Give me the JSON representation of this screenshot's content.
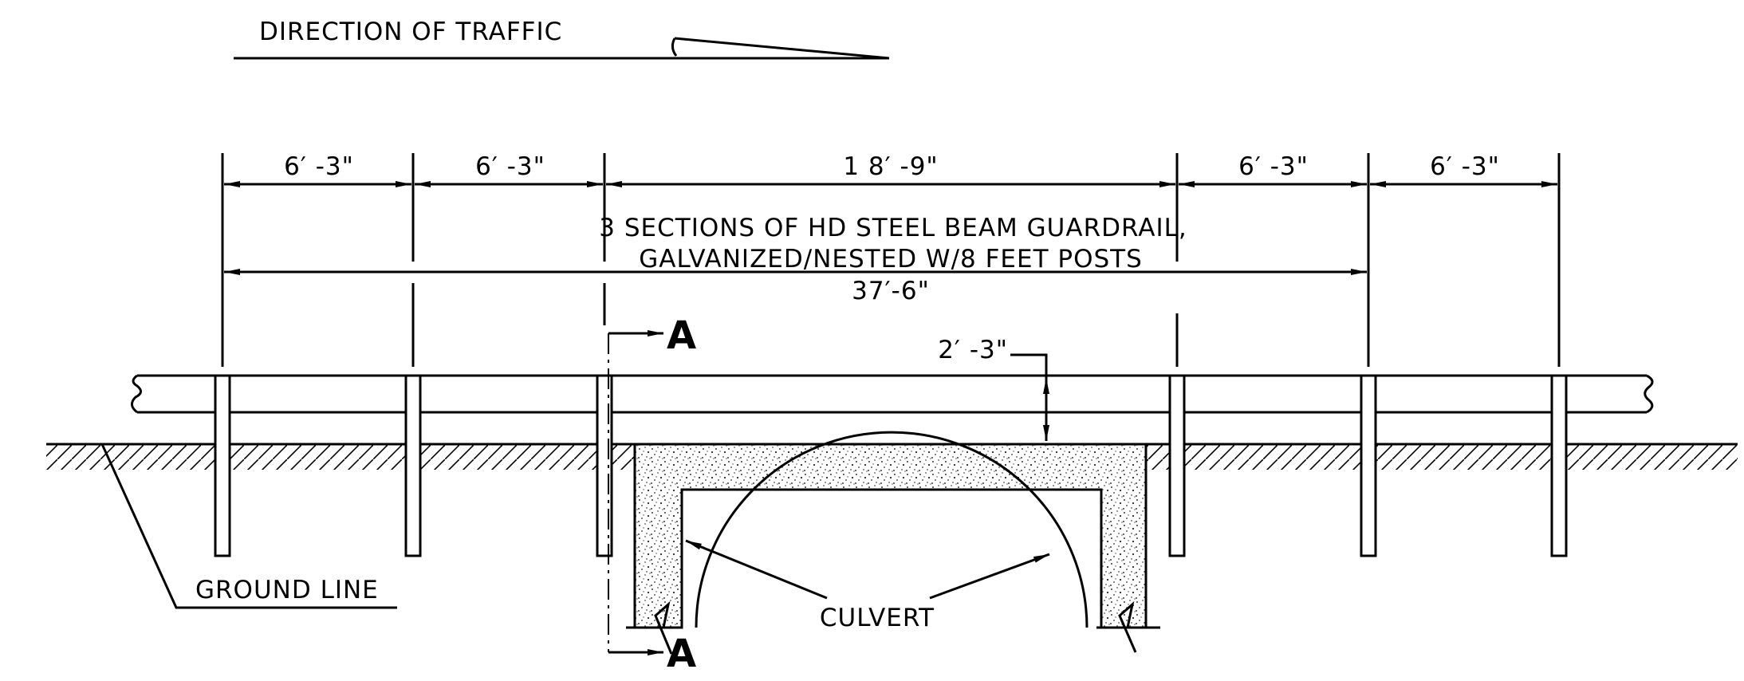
{
  "traffic": {
    "label": "DIRECTION OF TRAFFIC"
  },
  "dimensions": {
    "spans": [
      "6′ -3\"",
      "6′ -3\"",
      "1 8′ -9\"",
      "6′ -3\"",
      "6′ -3\""
    ],
    "total": "37′-6\"",
    "clearance": "2′ -3\""
  },
  "guardrail": {
    "line1": "3 SECTIONS OF HD STEEL BEAM GUARDRAIL,",
    "line2": "GALVANIZED/NESTED W/8 FEET POSTS"
  },
  "section_marker": {
    "label": "A"
  },
  "labels": {
    "ground_line": "GROUND LINE",
    "culvert": "CULVERT"
  }
}
